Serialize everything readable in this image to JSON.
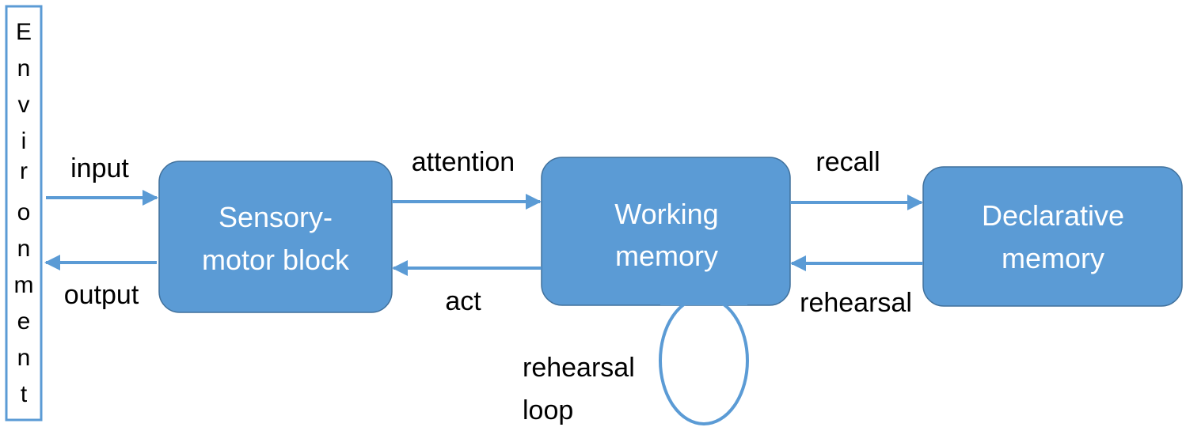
{
  "colors": {
    "box_fill": "#5b9bd5",
    "box_stroke": "#41719c",
    "arrow": "#5b9bd5",
    "box_text": "#ffffff",
    "label_text": "#000000",
    "environment_border": "#5b9bd5"
  },
  "environment": {
    "label": "Environment",
    "letters": [
      "E",
      "n",
      "v",
      "i",
      "r",
      "o",
      "n",
      "m",
      "e",
      "n",
      "t"
    ]
  },
  "nodes": {
    "sensory_motor": {
      "lines": [
        "Sensory-",
        "motor block"
      ]
    },
    "working_memory": {
      "lines": [
        "Working",
        "memory"
      ]
    },
    "declarative_memory": {
      "lines": [
        "Declarative",
        "memory"
      ]
    }
  },
  "edges": {
    "input": "input",
    "output": "output",
    "attention": "attention",
    "act": "act",
    "recall": "recall",
    "rehearsal": "rehearsal",
    "rehearsal_loop": [
      "rehearsal",
      "loop"
    ]
  }
}
